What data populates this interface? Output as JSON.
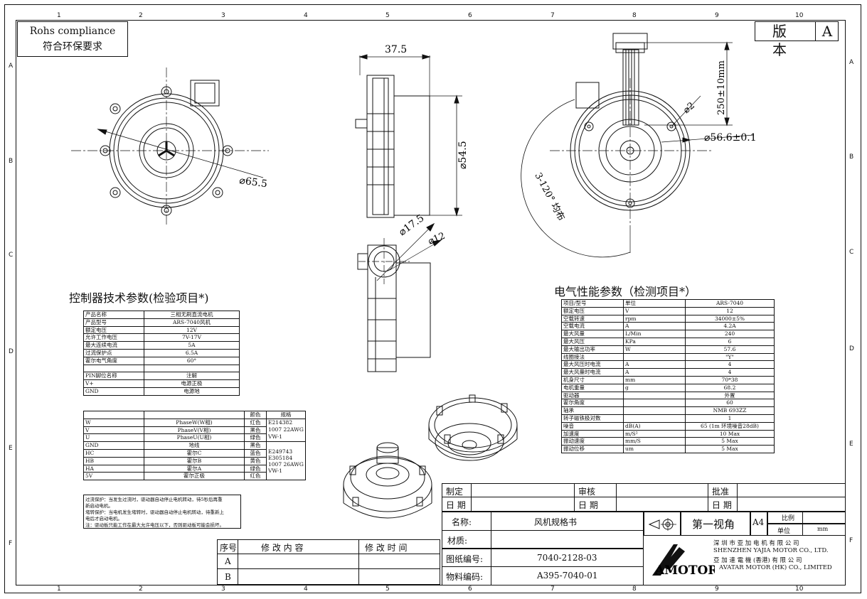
{
  "rohs": {
    "line1": "Rohs compliance",
    "line2": "符合环保要求"
  },
  "revision": {
    "label": "版 本",
    "value": "A"
  },
  "zones": {
    "top": [
      "1",
      "2",
      "3",
      "4",
      "5",
      "6",
      "7",
      "8",
      "9",
      "10"
    ],
    "side": [
      "A",
      "B",
      "C",
      "D",
      "E",
      "F"
    ]
  },
  "dimensions": {
    "d655": "⌀65.5",
    "w375": "37.5",
    "d545": "⌀54.5",
    "d175": "⌀17.5",
    "d12": "⌀12",
    "d2": "⌀2",
    "wire": "250±10mm",
    "d566": "⌀56.6±0.1",
    "holes": "3-120° 均布"
  },
  "controller": {
    "title": "控制器技术参数(检验项目*)",
    "specs": [
      [
        "产品名称",
        "三相无刷直流电机"
      ],
      [
        "产品型号",
        "ARS-7040风机"
      ],
      [
        "额定电压",
        "12V"
      ],
      [
        "允许工作电压",
        "7V-17V"
      ],
      [
        "最大连续电流",
        "5A"
      ],
      [
        "过流保护点",
        "6.5A"
      ],
      [
        "霍尔电气角度",
        "60°"
      ]
    ],
    "pin_header": [
      "PIN脚位名称",
      "注解"
    ],
    "pins_power": [
      [
        "V+",
        "电源正极"
      ],
      [
        "GND",
        "电源地"
      ]
    ],
    "wire_header": [
      "颜色",
      "规格"
    ],
    "pins": [
      [
        "W",
        "PhaseW(W相)",
        "红色"
      ],
      [
        "V",
        "PhaseV(V相)",
        "黑色"
      ],
      [
        "U",
        "PhaseU(U相)",
        "绿色"
      ],
      [
        "GND",
        "地线",
        "黑色"
      ],
      [
        "HC",
        "霍尔C",
        "蓝色"
      ],
      [
        "HB",
        "霍尔B",
        "黄色"
      ],
      [
        "HA",
        "霍尔A",
        "绿色"
      ],
      [
        "5V",
        "霍尔正极",
        "红色"
      ]
    ],
    "spec1": [
      "E214382",
      "1007 22AWG",
      "VW-1"
    ],
    "spec2": [
      "E249743",
      "E305184",
      "1007 26AWG",
      "VW-1"
    ],
    "notes": [
      "过流保护：当发生过流时，驱动器自动停止电机转动，待5秒后再重",
      "新启动电机。",
      "堵转保护：当电机发生堵转时，驱动器自动停止电机转动，待重新上",
      "电后才启动电机。",
      "注：驱动板只能工作在最大允许电压以下，否则驱动板可能会损坏。"
    ]
  },
  "electrical": {
    "title": "电气性能参数（检测项目*）",
    "header": [
      "项目/型号",
      "单位",
      "ARS-7040"
    ],
    "rows": [
      [
        "额定电压",
        "V",
        "12"
      ],
      [
        "空载转速",
        "rpm",
        "34000±5%"
      ],
      [
        "空载电流",
        "A",
        "4.2A"
      ],
      [
        "最大风量",
        "L/Min",
        "240"
      ],
      [
        "最大风压",
        "KPa",
        "6"
      ],
      [
        "最大输出功率",
        "W",
        "57.6"
      ],
      [
        "线圈接法",
        "",
        "\"Y\""
      ],
      [
        "最大风压时电流",
        "A",
        "4"
      ],
      [
        "最大风量时电流",
        "A",
        "4"
      ],
      [
        "机身尺寸",
        "mm",
        "70*38"
      ],
      [
        "电机重量",
        "g",
        "68.2"
      ],
      [
        "驱动器",
        "",
        "外置"
      ],
      [
        "霍尔角度",
        "",
        "60"
      ],
      [
        "轴承",
        "",
        "NMB 693ZZ"
      ],
      [
        "转子磁铁极对数",
        "",
        "1"
      ],
      [
        "噪音",
        "dB(A)",
        "65 (1m 环境噪音28dB)"
      ],
      [
        "加速度",
        "m/S²",
        "10 Max"
      ],
      [
        "振动速度",
        "mm/S",
        "5 Max"
      ],
      [
        "振动位移",
        "um",
        "5 Max"
      ]
    ]
  },
  "title_block": {
    "made": "制定",
    "check": "审核",
    "approve": "批准",
    "date": "日 期",
    "name_label": "名称:",
    "name_value": "风机规格书",
    "material_label": "材质:",
    "drawing_label": "图纸编号:",
    "drawing_value": "7040-2128-03",
    "part_label": "物料编码:",
    "part_value": "A395-7040-01",
    "projection": "第一视角",
    "paper": "A4",
    "scale_label": "比例",
    "unit_label": "单位",
    "unit_value": "mm",
    "company_cn": "深 圳 市 亚 加 电 机 有 限 公 司",
    "company_en": "SHENZHEN YAJIA MOTOR CO., LTD.",
    "company_hk_cn": "亞 加 達 電 機 (香港) 有 限 公 司",
    "company_hk_en": "AVATAR MOTOR (HK) CO., LIMITED",
    "logo": "AMOTOR"
  },
  "revision_table": {
    "header": [
      "序号",
      "修 改 内 容",
      "修 改 时 间"
    ],
    "rows": [
      "A",
      "B"
    ]
  }
}
